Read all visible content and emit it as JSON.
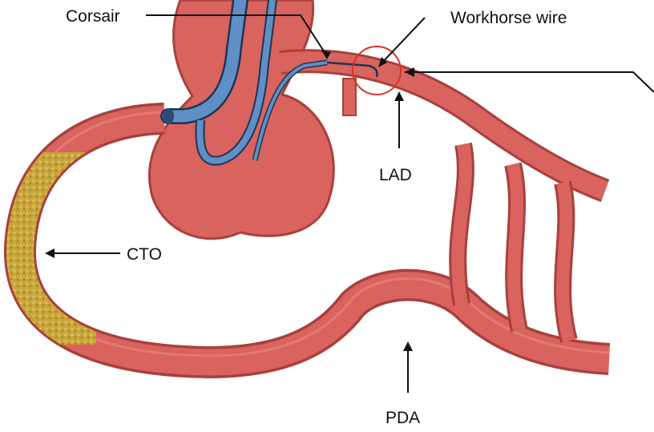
{
  "labels": {
    "corsair": "Corsair",
    "workhorse_wire": "Workhorse wire",
    "lad": "LAD",
    "cto": "CTO",
    "pda": "PDA"
  },
  "colors": {
    "vessel_fill": "#d9635e",
    "vessel_edge": "#a8403c",
    "vessel_highlight": "#e98a84",
    "occlusion": "#c8a63b",
    "catheter": "#5f8fc4",
    "catheter_edge": "#1d3556",
    "highlight_circle": "#d9322c",
    "pointer": "#111111"
  }
}
